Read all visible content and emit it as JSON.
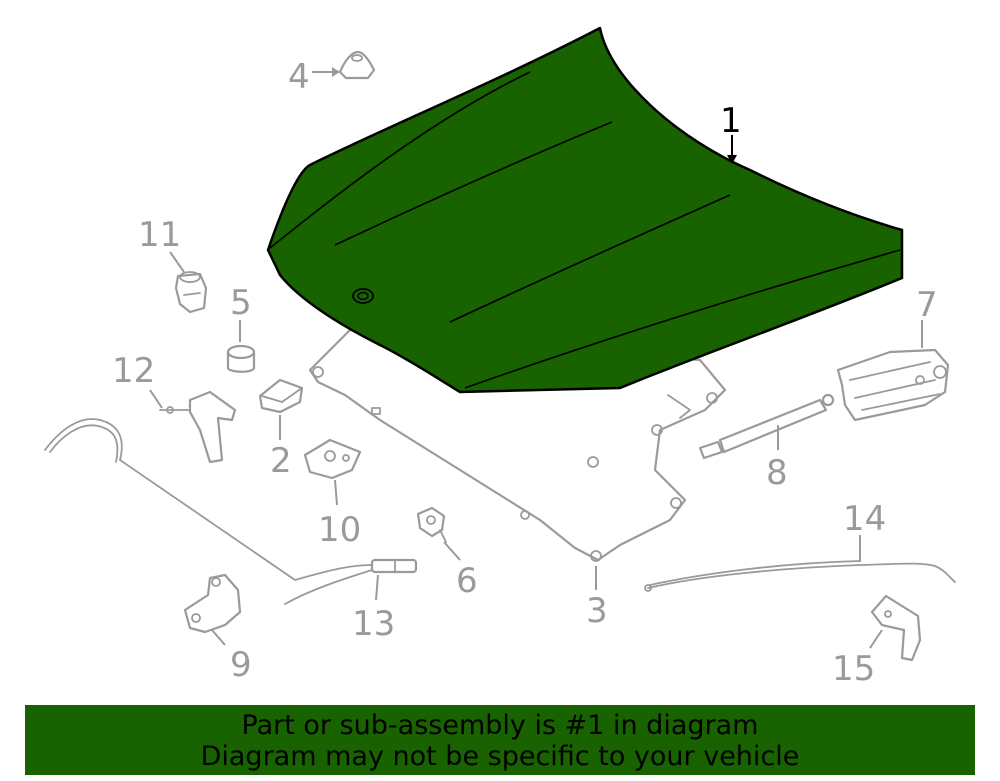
{
  "diagram": {
    "highlight_color": "#186300",
    "parts_color": "#9a9a9a",
    "callouts": [
      {
        "label": "1",
        "part": "hood",
        "highlighted": true
      },
      {
        "label": "2",
        "part": "pad"
      },
      {
        "label": "3",
        "part": "insulator"
      },
      {
        "label": "4",
        "part": "clip"
      },
      {
        "label": "5",
        "part": "bumper"
      },
      {
        "label": "6",
        "part": "sensor"
      },
      {
        "label": "7",
        "part": "hinge"
      },
      {
        "label": "8",
        "part": "support-strut"
      },
      {
        "label": "9",
        "part": "latch"
      },
      {
        "label": "10",
        "part": "bracket"
      },
      {
        "label": "11",
        "part": "adjuster"
      },
      {
        "label": "12",
        "part": "safety-catch"
      },
      {
        "label": "13",
        "part": "release-cable"
      },
      {
        "label": "14",
        "part": "release-cable-rear"
      },
      {
        "label": "15",
        "part": "release-handle"
      }
    ]
  },
  "banner": {
    "line1": "Part or sub-assembly is #1 in diagram",
    "line2": "Diagram may not be specific to your vehicle",
    "background": "#186300"
  }
}
